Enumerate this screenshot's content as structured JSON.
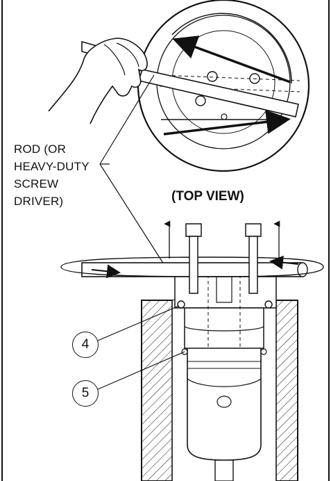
{
  "labels": {
    "rod_lines": [
      "ROD (OR",
      "HEAVY-DUTY",
      "SCREW",
      "DRIVER)"
    ],
    "top_view": "(TOP VIEW)"
  },
  "callouts": [
    "4",
    "5"
  ],
  "colors": {
    "ink": "#111111",
    "background": "#ffffff"
  }
}
